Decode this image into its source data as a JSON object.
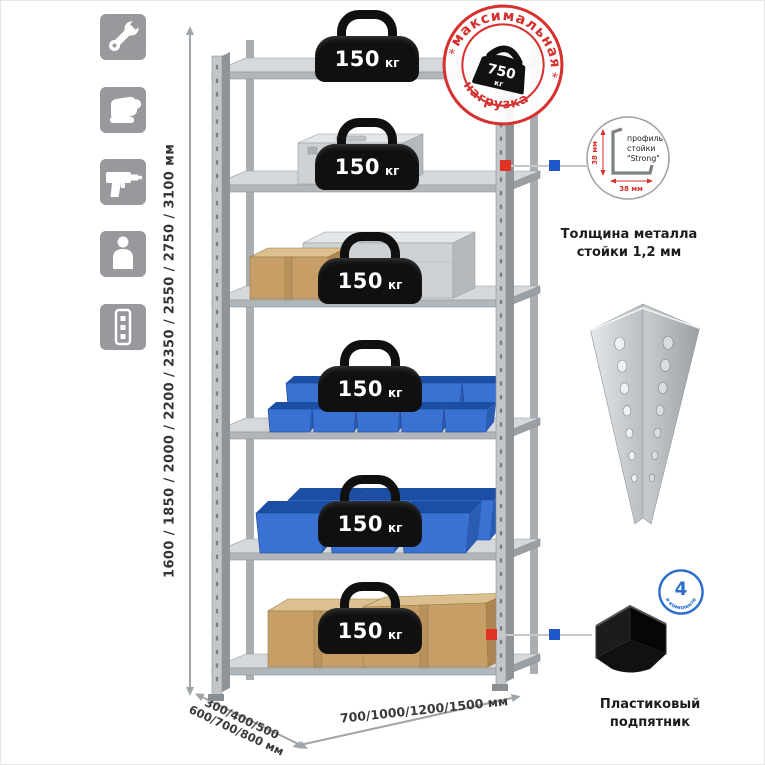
{
  "colors": {
    "accent_red": "#d6302f",
    "accent_blue": "#2b6fc9",
    "marker_red": "#e03226",
    "marker_blue": "#1d56c8",
    "metal_light": "#d6d9db",
    "metal_dark": "#8f9498",
    "bin_blue": "#3a72d4",
    "cardboard": "#c79f66",
    "weight_black": "#101010",
    "icon_gray": "#97999c"
  },
  "sidebar_icons": [
    {
      "name": "wrench-icon"
    },
    {
      "name": "gloves-icon"
    },
    {
      "name": "drill-icon"
    },
    {
      "name": "person-icon"
    },
    {
      "name": "post-profile-icon"
    }
  ],
  "dimensions": {
    "height": "1600 / 1850 / 2000 / 2200 / 2350 / 2550 / 2750 / 3100 мм",
    "depth_line1": "300/400/500",
    "depth_line2": "600/700/800 мм",
    "width": "700/1000/1200/1500 мм"
  },
  "shelves": [
    {
      "value": "150",
      "unit": "кг"
    },
    {
      "value": "150",
      "unit": "кг"
    },
    {
      "value": "150",
      "unit": "кг"
    },
    {
      "value": "150",
      "unit": "кг"
    },
    {
      "value": "150",
      "unit": "кг"
    },
    {
      "value": "150",
      "unit": "кг"
    }
  ],
  "stamp": {
    "arc_top": "максимальная",
    "arc_bottom": "нагрузка",
    "value": "750",
    "unit": "кг",
    "separator": "*"
  },
  "profile": {
    "label_line1": "профиль",
    "label_line2": "стойки",
    "label_line3": "\"Strong\"",
    "dim_vertical": "38 мм",
    "dim_horizontal": "38 мм",
    "caption_line1": "Толщина металла",
    "caption_line2": "стойки 1,2 мм"
  },
  "foot": {
    "badge_number": "4",
    "badge_text": "в комплекте",
    "caption_line1": "Пластиковый",
    "caption_line2": "подпятник"
  }
}
